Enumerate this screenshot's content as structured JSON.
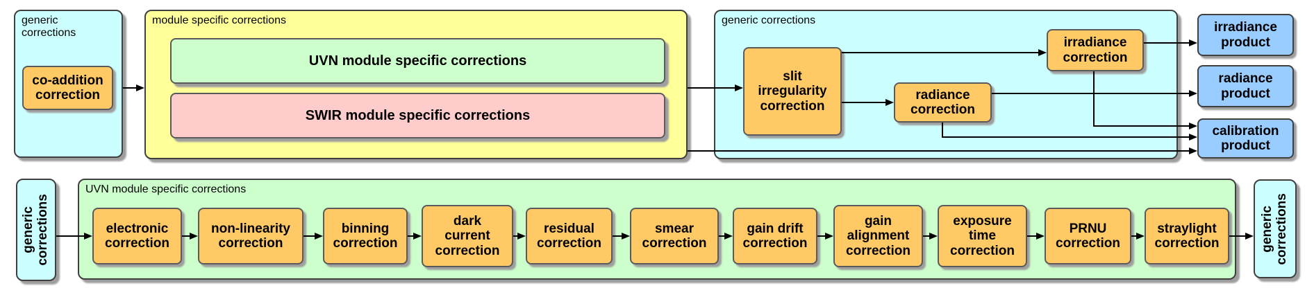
{
  "colors": {
    "cyan": "#CCFFFF",
    "yellow": "#FFFF99",
    "green": "#CCFFCC",
    "pink": "#FFCCCC",
    "orange": "#FFC966",
    "blue": "#99CCFF",
    "line": "#000000"
  },
  "top_row": {
    "generic_left": {
      "label": "generic\ncorrections",
      "co_addition": "co-addition\ncorrection"
    },
    "module_specific": {
      "label": "module specific corrections",
      "uvn_bar": "UVN module specific corrections",
      "swir_bar": "SWIR module specific corrections"
    },
    "generic_right": {
      "label": "generic corrections",
      "slit": "slit\nirregularity\ncorrection",
      "radiance": "radiance\ncorrection",
      "irradiance": "irradiance\ncorrection"
    },
    "products": {
      "irradiance": "irradiance\nproduct",
      "radiance": "radiance\nproduct",
      "calibration": "calibration\nproduct"
    }
  },
  "bottom_row": {
    "generic_in": "generic\ncorrections",
    "uvn_container_label": "UVN module specific corrections",
    "steps": [
      "electronic\ncorrection",
      "non-linearity\ncorrection",
      "binning\ncorrection",
      "dark\ncurrent\ncorrection",
      "residual\ncorrection",
      "smear\ncorrection",
      "gain drift\ncorrection",
      "gain\nalignment\ncorrection",
      "exposure\ntime\ncorrection",
      "PRNU\ncorrection",
      "straylight\ncorrection"
    ],
    "generic_out": "generic\ncorrections"
  }
}
